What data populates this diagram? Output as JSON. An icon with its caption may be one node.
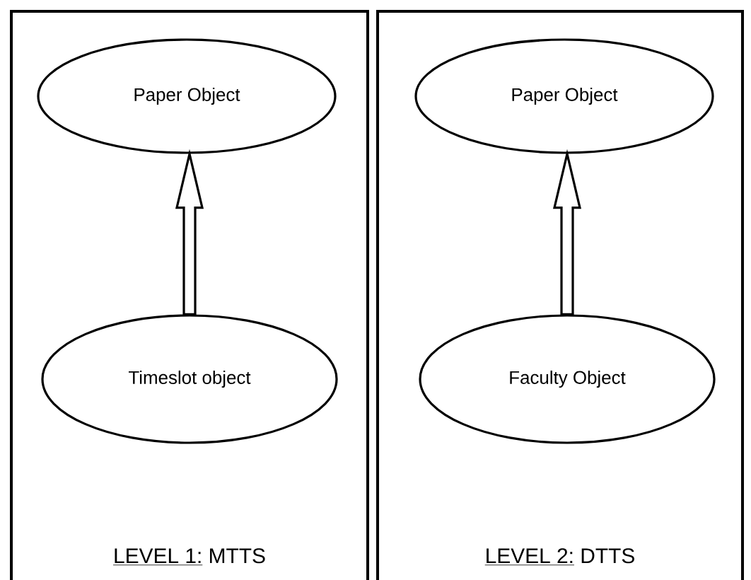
{
  "diagram": {
    "nodes": [
      {
        "text": [
          "LEVEL 1:",
          "MTTS"
        ]
      },
      {
        "text": [
          "Paper Object"
        ],
        "in": 0
      },
      {
        "text": [
          "Timeslot object"
        ],
        "in": 0
      },
      {
        "text": [
          "LEVEL 2:",
          "DTTS"
        ]
      },
      {
        "text": [
          "Paper Object"
        ],
        "in": 3
      },
      {
        "text": [
          "Faculty Object"
        ],
        "in": 3
      }
    ],
    "edges": [
      {
        "from": 2,
        "to": 1,
        "arrow": "to"
      },
      {
        "from": 5,
        "to": 4,
        "arrow": "to"
      }
    ]
  }
}
